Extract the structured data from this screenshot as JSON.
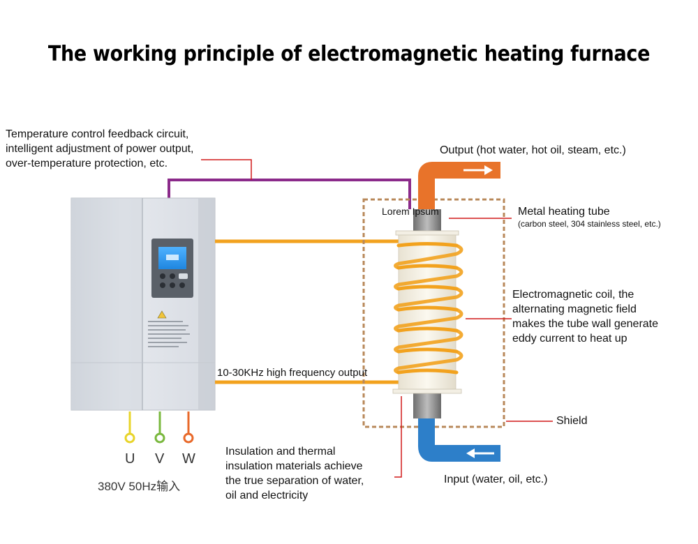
{
  "title": "The working principle of electromagnetic heating furnace",
  "labels": {
    "feedback": [
      "Temperature control feedback circuit,",
      "intelligent adjustment of power output,",
      "over-temperature protection, etc."
    ],
    "output": "Output (hot water, hot oil, steam, etc.)",
    "tube_placeholder": "Lorem Ipsum",
    "metal_tube": "Metal heating tube",
    "metal_tube_note": "(carbon steel, 304 stainless steel, etc.)",
    "coil": [
      "Electromagnetic coil, the",
      "alternating magnetic field",
      "makes the tube wall generate",
      "eddy current to heat up"
    ],
    "frequency": "10-30KHz high frequency output",
    "shield": "Shield",
    "insulation": [
      "Insulation and thermal",
      "insulation materials achieve",
      "the true separation of water,",
      "oil and electricity"
    ],
    "input": "Input (water, oil, etc.)",
    "terminals": [
      "U",
      "V",
      "W"
    ],
    "power_input": "380V 50Hz输入"
  },
  "colors": {
    "orange_wire": "#f2a21e",
    "feedback_wire": "#8b2a8a",
    "hot_pipe": "#e8732a",
    "cold_pipe": "#2d7fc9",
    "leader_line": "#d01818",
    "shield": "#b8885a",
    "terminal_u": "#e8d42a",
    "terminal_v": "#7ab83e",
    "terminal_w": "#e8692a"
  },
  "icons": {
    "output_arrow": "arrow-right-icon",
    "input_arrow": "arrow-left-icon"
  }
}
